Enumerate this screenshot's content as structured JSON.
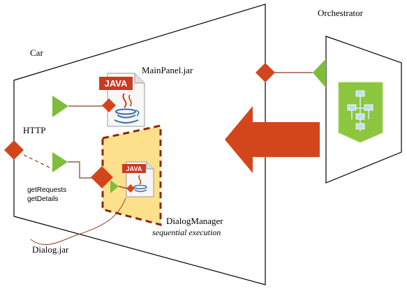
{
  "labels": {
    "car": "Car",
    "orchestrator": "Orchestrator",
    "main_panel": "MainPanel.jar",
    "http": "HTTP",
    "get_requests": "getRequests",
    "get_details": "getDetails",
    "dialog_manager": "DialogManager",
    "sequential_execution": "sequential execution",
    "dialog_jar": "Dialog.jar",
    "java_badge_main": "JAVA",
    "java_badge_dialog": "JAVA"
  },
  "colors": {
    "port_diamond": "#d3461c",
    "provided_triangle": "#7dbd3a",
    "orchestrator_port": "#7dbd3a",
    "workflow_shield": "#8cc63f",
    "workflow_nodes": "#bfe0f0",
    "dialog_manager_fill": "#fde08c",
    "dialog_manager_border": "#8a2a0a",
    "big_arrow": "#d3461c",
    "connector_line": "#8b3a1a",
    "java_red": "#cc3a1f",
    "java_blue": "#3a6da8"
  }
}
